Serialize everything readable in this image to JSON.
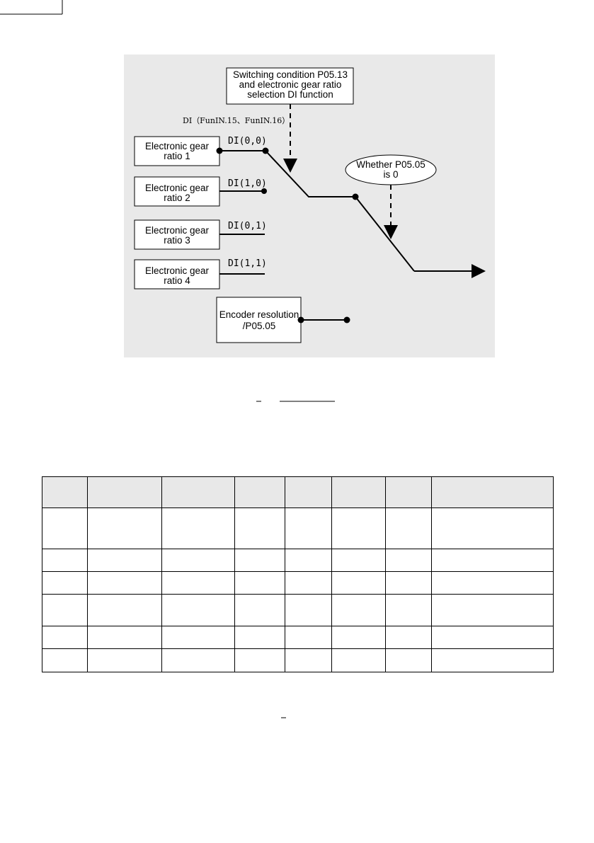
{
  "diagram": {
    "switch_box": [
      "Switching condition P05.13",
      "and electronic gear ratio",
      "selection DI function"
    ],
    "di_header": "DI（FunIN.15、FunIN.16）",
    "gear_boxes": [
      {
        "lines": [
          "Electronic gear",
          "ratio 1"
        ],
        "di": "DI(0,0)"
      },
      {
        "lines": [
          "Electronic gear",
          "ratio 2"
        ],
        "di": "DI(1,0)"
      },
      {
        "lines": [
          "Electronic gear",
          "ratio 3"
        ],
        "di": "DI(0,1)"
      },
      {
        "lines": [
          "Electronic gear",
          "ratio 4"
        ],
        "di": "DI(1,1)"
      }
    ],
    "whether_ellipse": [
      "Whether P05.05",
      "is 0"
    ],
    "encoder_box": [
      "Encoder resolution",
      "/P05.05"
    ]
  },
  "table": {
    "rows": [
      [
        "",
        "",
        "",
        "",
        "",
        "",
        "",
        ""
      ],
      [
        "",
        "",
        "",
        "",
        "",
        "",
        "",
        ""
      ],
      [
        "",
        "",
        "",
        "",
        "",
        "",
        "",
        ""
      ],
      [
        "",
        "",
        "",
        "",
        "",
        "",
        "",
        ""
      ],
      [
        "",
        "",
        "",
        "",
        "",
        "",
        "",
        ""
      ],
      [
        "",
        "",
        "",
        "",
        "",
        "",
        "",
        ""
      ],
      [
        "",
        "",
        "",
        "",
        "",
        "",
        "",
        ""
      ]
    ]
  }
}
